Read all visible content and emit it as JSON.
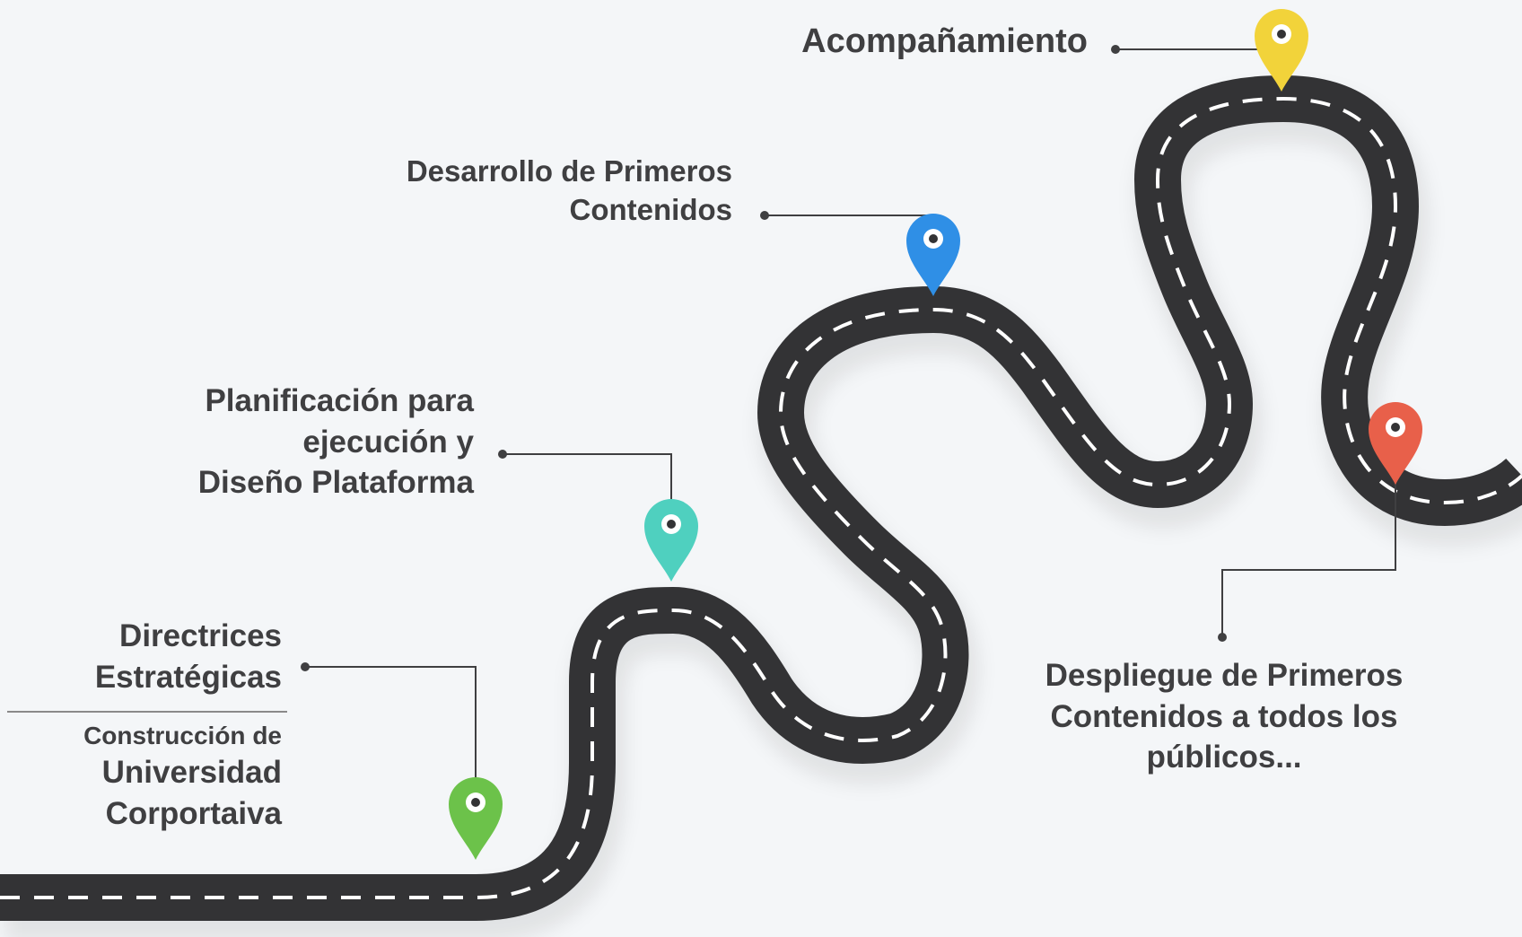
{
  "milestones": [
    {
      "id": "directrices",
      "lines": [
        "Directrices",
        "Estratégicas"
      ],
      "color": "#6cc24a"
    },
    {
      "id": "planificacion",
      "lines": [
        "Planificación para",
        "ejecución y",
        "Diseño Plataforma"
      ],
      "color": "#4fd0bf"
    },
    {
      "id": "desarrollo",
      "lines": [
        "Desarrollo de Primeros",
        "Contenidos"
      ],
      "color": "#2f8fe6"
    },
    {
      "id": "acompanamiento",
      "lines": [
        "Acompañamiento"
      ],
      "color": "#f2d33a"
    },
    {
      "id": "despliegue",
      "lines": [
        "Despliegue de Primeros",
        "Contenidos a todos los",
        "públicos..."
      ],
      "color": "#e8604a"
    }
  ],
  "secondary": {
    "small": "Construcción de",
    "lines": [
      "Universidad",
      "Corportaiva"
    ]
  },
  "colors": {
    "road": "#333335",
    "dash": "#ffffff",
    "connector": "#3f3f41",
    "background": "#f4f6f8"
  }
}
